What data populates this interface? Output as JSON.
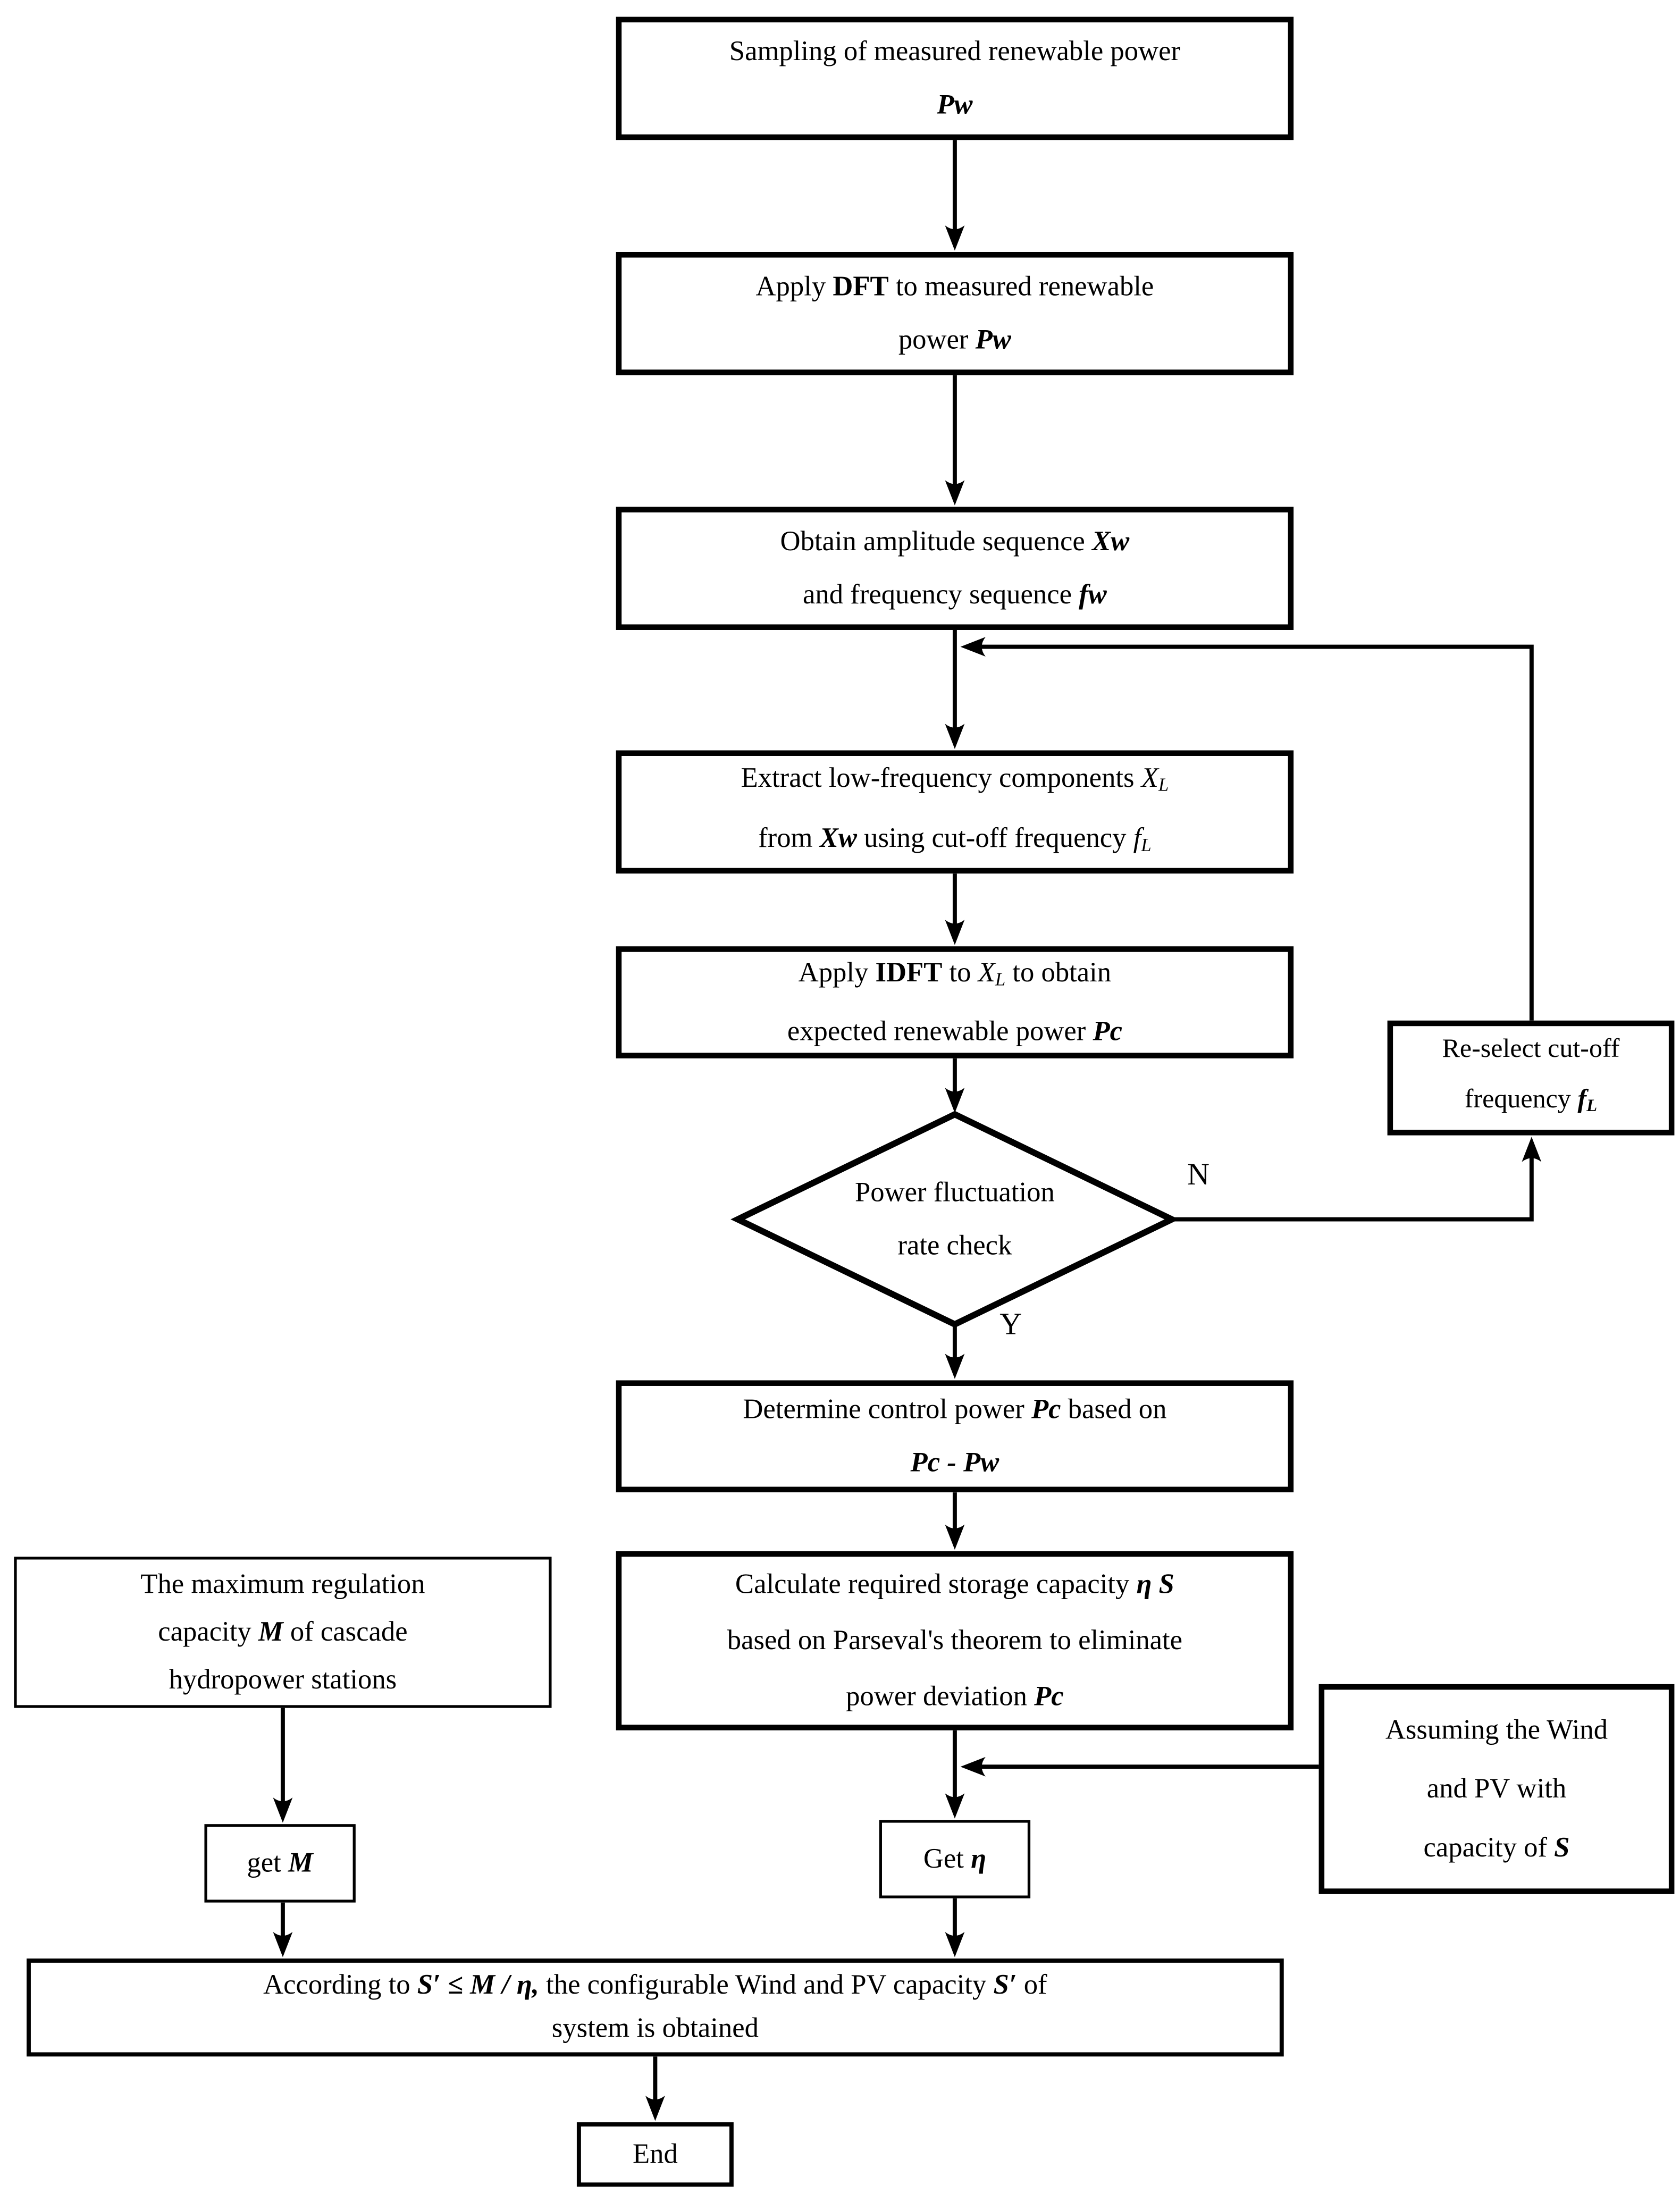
{
  "figure": {
    "type": "flowchart",
    "background": "#ffffff",
    "ink": "#000000"
  },
  "decision_labels": {
    "no": "N",
    "yes": "Y"
  },
  "nodes": {
    "sampling": {
      "lines": [
        [
          {
            "t": "Sampling of measured renewable power"
          }
        ],
        [
          {
            "t": "Pw",
            "s": "bi"
          }
        ]
      ]
    },
    "dft": {
      "lines": [
        [
          {
            "t": "Apply "
          },
          {
            "t": "DFT",
            "s": "b"
          },
          {
            "t": " to measured renewable"
          }
        ],
        [
          {
            "t": "power "
          },
          {
            "t": "Pw",
            "s": "bi"
          }
        ]
      ]
    },
    "amplitude": {
      "lines": [
        [
          {
            "t": "Obtain amplitude sequence "
          },
          {
            "t": "Xw",
            "s": "bi"
          }
        ],
        [
          {
            "t": "and frequency sequence "
          },
          {
            "t": "fw",
            "s": "bi"
          }
        ]
      ]
    },
    "extract": {
      "lines": [
        [
          {
            "t": "Extract low-frequency components "
          },
          {
            "t": "X",
            "s": "i"
          },
          {
            "t": "L",
            "s": "isub"
          }
        ],
        [
          {
            "t": "from "
          },
          {
            "t": "Xw",
            "s": "bi"
          },
          {
            "t": " using cut-off frequency "
          },
          {
            "t": "f",
            "s": "i"
          },
          {
            "t": "L",
            "s": "isub"
          }
        ]
      ]
    },
    "idft": {
      "lines": [
        [
          {
            "t": "Apply "
          },
          {
            "t": "IDFT",
            "s": "b"
          },
          {
            "t": " to "
          },
          {
            "t": "X",
            "s": "i"
          },
          {
            "t": "L",
            "s": "isub"
          },
          {
            "t": " to obtain"
          }
        ],
        [
          {
            "t": "expected renewable power "
          },
          {
            "t": "Pc",
            "s": "bi"
          }
        ]
      ]
    },
    "check": {
      "lines": [
        [
          {
            "t": "Power fluctuation"
          }
        ],
        [
          {
            "t": "rate check"
          }
        ]
      ]
    },
    "reselect": {
      "lines": [
        [
          {
            "t": "Re-select cut-off"
          }
        ],
        [
          {
            "t": "frequency "
          },
          {
            "t": "f",
            "s": "bi"
          },
          {
            "t": "L",
            "s": "bisub"
          }
        ]
      ]
    },
    "determine": {
      "lines": [
        [
          {
            "t": "Determine control power "
          },
          {
            "t": "Pc",
            "s": "bi"
          },
          {
            "t": " based on"
          }
        ],
        [
          {
            "t": "Pc - Pw",
            "s": "bi"
          }
        ]
      ]
    },
    "storage": {
      "lines": [
        [
          {
            "t": "Calculate required storage capacity "
          },
          {
            "t": "η S",
            "s": "bi"
          }
        ],
        [
          {
            "t": "based on Parseval's theorem to eliminate"
          }
        ],
        [
          {
            "t": "power deviation "
          },
          {
            "t": "Pc",
            "s": "bi"
          }
        ]
      ]
    },
    "maxreg": {
      "lines": [
        [
          {
            "t": "The maximum regulation"
          }
        ],
        [
          {
            "t": "capacity "
          },
          {
            "t": "M",
            "s": "bi"
          },
          {
            "t": " of cascade"
          }
        ],
        [
          {
            "t": "hydropower stations"
          }
        ]
      ]
    },
    "assuming": {
      "lines": [
        [
          {
            "t": "Assuming the Wind"
          }
        ],
        [
          {
            "t": "and PV with"
          }
        ],
        [
          {
            "t": "capacity of "
          },
          {
            "t": "S",
            "s": "bi"
          }
        ]
      ]
    },
    "get_m": {
      "lines": [
        [
          {
            "t": "get "
          },
          {
            "t": "M",
            "s": "bi"
          }
        ]
      ]
    },
    "get_eta": {
      "lines": [
        [
          {
            "t": "Get "
          },
          {
            "t": "η",
            "s": "bi"
          }
        ]
      ]
    },
    "configure": {
      "lines": [
        [
          {
            "t": "According to "
          },
          {
            "t": "S′ ≤ M / η,",
            "s": "bi"
          },
          {
            "t": " the configurable Wind and PV capacity "
          },
          {
            "t": "S′",
            "s": "bi"
          },
          {
            "t": " of"
          }
        ],
        [
          {
            "t": "system is obtained"
          }
        ]
      ]
    },
    "end": {
      "lines": [
        [
          {
            "t": "End"
          }
        ]
      ]
    }
  }
}
